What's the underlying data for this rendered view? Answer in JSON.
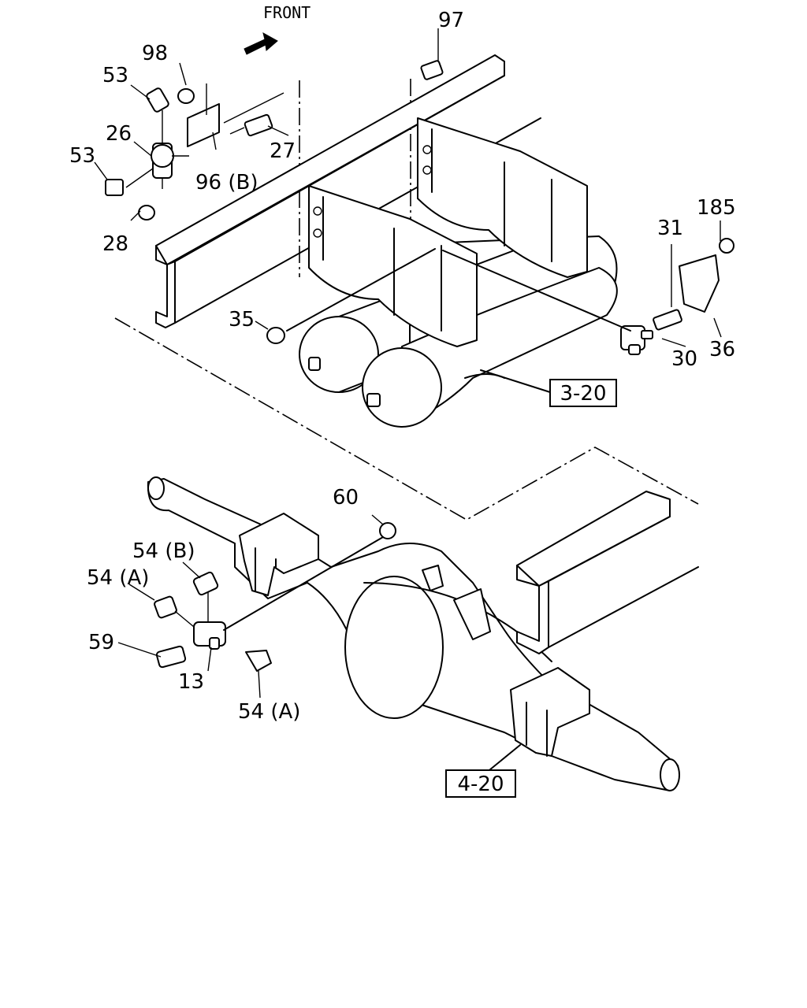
{
  "diagram": {
    "front_label": "FRONT",
    "part_labels": {
      "p97": "97",
      "p98": "98",
      "p53a": "53",
      "p26": "26",
      "p53b": "53",
      "p27": "27",
      "p96b": "96 (B)",
      "p28": "28",
      "p185": "185",
      "p31": "31",
      "p35": "35",
      "p30": "30",
      "p36": "36",
      "p60": "60",
      "p54b": "54 (B)",
      "p54a_top": "54 (A)",
      "p59": "59",
      "p13": "13",
      "p54a_bottom": "54 (A)"
    },
    "references": {
      "ref_3_20": "3-20",
      "ref_4_20": "4-20"
    }
  }
}
